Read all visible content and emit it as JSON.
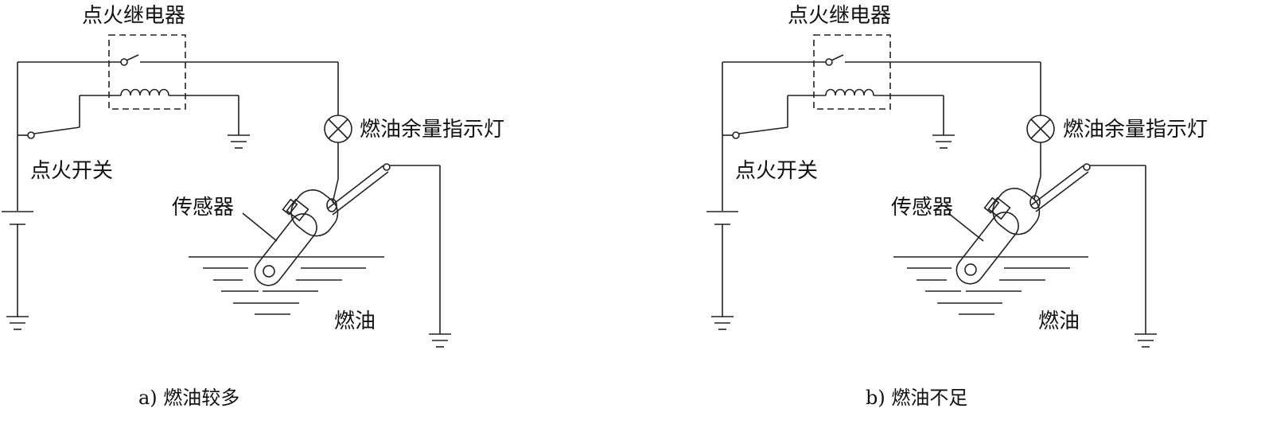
{
  "panels": [
    {
      "relay_label": "点火继电器",
      "lamp_label": "燃油余量指示灯",
      "switch_label": "点火开关",
      "sensor_label": "传感器",
      "fuel_label": "燃油",
      "caption": "a) 燃油较多"
    },
    {
      "relay_label": "点火继电器",
      "lamp_label": "燃油余量指示灯",
      "switch_label": "点火开关",
      "sensor_label": "传感器",
      "fuel_label": "燃油",
      "caption": "b) 燃油不足"
    }
  ]
}
